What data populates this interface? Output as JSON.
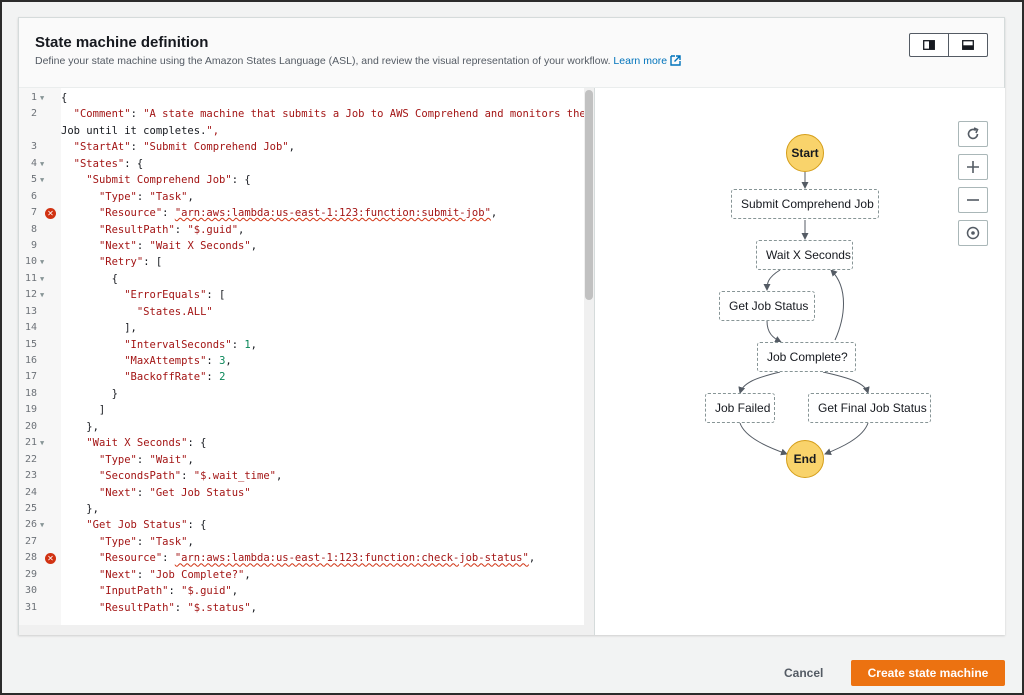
{
  "header": {
    "title": "State machine definition",
    "description": "Define your state machine using the Amazon States Language (ASL), and review the visual representation of your workflow.",
    "learn_more": "Learn more"
  },
  "editor": {
    "lines": [
      {
        "num": "1",
        "fold": true,
        "error": false,
        "text": "{"
      },
      {
        "num": "2",
        "fold": false,
        "error": false,
        "text": "  \"Comment\": \"A state machine that submits a Job to AWS Comprehend and monitors the"
      },
      {
        "num": "",
        "fold": false,
        "error": false,
        "text": "Job until it completes.\","
      },
      {
        "num": "3",
        "fold": false,
        "error": false,
        "text": "  \"StartAt\": \"Submit Comprehend Job\","
      },
      {
        "num": "4",
        "fold": true,
        "error": false,
        "text": "  \"States\": {"
      },
      {
        "num": "5",
        "fold": true,
        "error": false,
        "text": "    \"Submit Comprehend Job\": {"
      },
      {
        "num": "6",
        "fold": false,
        "error": false,
        "text": "      \"Type\": \"Task\","
      },
      {
        "num": "7",
        "fold": false,
        "error": true,
        "text": "      \"Resource\": \"arn:aws:lambda:us-east-1:123:function:submit-job\","
      },
      {
        "num": "8",
        "fold": false,
        "error": false,
        "text": "      \"ResultPath\": \"$.guid\","
      },
      {
        "num": "9",
        "fold": false,
        "error": false,
        "text": "      \"Next\": \"Wait X Seconds\","
      },
      {
        "num": "10",
        "fold": true,
        "error": false,
        "text": "      \"Retry\": ["
      },
      {
        "num": "11",
        "fold": true,
        "error": false,
        "text": "        {"
      },
      {
        "num": "12",
        "fold": true,
        "error": false,
        "text": "          \"ErrorEquals\": ["
      },
      {
        "num": "13",
        "fold": false,
        "error": false,
        "text": "            \"States.ALL\""
      },
      {
        "num": "14",
        "fold": false,
        "error": false,
        "text": "          ],"
      },
      {
        "num": "15",
        "fold": false,
        "error": false,
        "text": "          \"IntervalSeconds\": 1,"
      },
      {
        "num": "16",
        "fold": false,
        "error": false,
        "text": "          \"MaxAttempts\": 3,"
      },
      {
        "num": "17",
        "fold": false,
        "error": false,
        "text": "          \"BackoffRate\": 2"
      },
      {
        "num": "18",
        "fold": false,
        "error": false,
        "text": "        }"
      },
      {
        "num": "19",
        "fold": false,
        "error": false,
        "text": "      ]"
      },
      {
        "num": "20",
        "fold": false,
        "error": false,
        "text": "    },"
      },
      {
        "num": "21",
        "fold": true,
        "error": false,
        "text": "    \"Wait X Seconds\": {"
      },
      {
        "num": "22",
        "fold": false,
        "error": false,
        "text": "      \"Type\": \"Wait\","
      },
      {
        "num": "23",
        "fold": false,
        "error": false,
        "text": "      \"SecondsPath\": \"$.wait_time\","
      },
      {
        "num": "24",
        "fold": false,
        "error": false,
        "text": "      \"Next\": \"Get Job Status\""
      },
      {
        "num": "25",
        "fold": false,
        "error": false,
        "text": "    },"
      },
      {
        "num": "26",
        "fold": true,
        "error": false,
        "text": "    \"Get Job Status\": {"
      },
      {
        "num": "27",
        "fold": false,
        "error": false,
        "text": "      \"Type\": \"Task\","
      },
      {
        "num": "28",
        "fold": false,
        "error": true,
        "text": "      \"Resource\": \"arn:aws:lambda:us-east-1:123:function:check-job-status\","
      },
      {
        "num": "29",
        "fold": false,
        "error": false,
        "text": "      \"Next\": \"Job Complete?\","
      },
      {
        "num": "30",
        "fold": false,
        "error": false,
        "text": "      \"InputPath\": \"$.guid\","
      },
      {
        "num": "31",
        "fold": false,
        "error": false,
        "text": "      \"ResultPath\": \"$.status\","
      }
    ]
  },
  "graph": {
    "start": "Start",
    "end": "End",
    "states": {
      "submit": "Submit Comprehend Job",
      "wait": "Wait X Seconds",
      "get_status": "Get Job Status",
      "complete": "Job Complete?",
      "failed": "Job Failed",
      "final": "Get Final Job Status"
    },
    "controls": [
      "refresh-icon",
      "zoom-in-icon",
      "zoom-out-icon",
      "center-icon"
    ]
  },
  "footer": {
    "cancel": "Cancel",
    "create": "Create state machine"
  },
  "colors": {
    "accent": "#ec7211",
    "link": "#0073bb",
    "error": "#d13212",
    "start_end": "#f9d36b"
  }
}
